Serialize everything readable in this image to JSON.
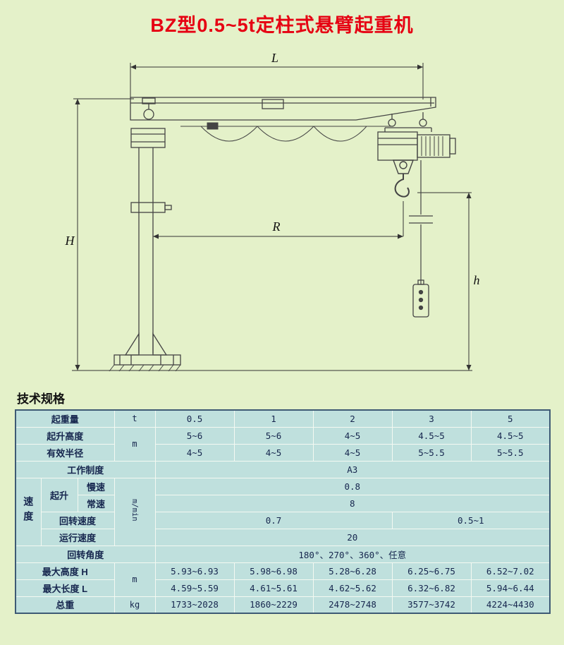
{
  "page": {
    "title": "BZ型0.5~5t定柱式悬臂起重机",
    "section_title": "技术规格"
  },
  "drawing": {
    "labels": {
      "L": "L",
      "H": "H",
      "R": "R",
      "h": "h"
    }
  },
  "table": {
    "rows": {
      "capacity": {
        "label": "起重量",
        "unit": "t",
        "values": [
          "0.5",
          "1",
          "2",
          "3",
          "5"
        ]
      },
      "lift_height": {
        "label": "起升高度",
        "unit": "m",
        "values": [
          "5~6",
          "5~6",
          "4~5",
          "4.5~5",
          "4.5~5"
        ]
      },
      "radius": {
        "label": "有效半径",
        "values": [
          "4~5",
          "4~5",
          "4~5",
          "5~5.5",
          "5~5.5"
        ]
      },
      "duty": {
        "label": "工作制度",
        "value": "A3"
      },
      "speed": {
        "group_label": "速度",
        "unit": "m/min",
        "lifting_label": "起升",
        "slow": {
          "label": "慢速",
          "value": "0.8"
        },
        "normal": {
          "label": "常速",
          "value": "8"
        },
        "slewing": {
          "label": "回转速度",
          "value_a": "0.7",
          "value_b": "0.5~1"
        },
        "travel": {
          "label": "运行速度",
          "value": "20"
        }
      },
      "slew_angle": {
        "label": "回转角度",
        "value": "180°、270°、360°、任意"
      },
      "max_height": {
        "label": "最大高度 H",
        "unit": "m",
        "values": [
          "5.93~6.93",
          "5.98~6.98",
          "5.28~6.28",
          "6.25~6.75",
          "6.52~7.02"
        ]
      },
      "max_length": {
        "label": "最大长度 L",
        "values": [
          "4.59~5.59",
          "4.61~5.61",
          "4.62~5.62",
          "6.32~6.82",
          "5.94~6.44"
        ]
      },
      "total_weight": {
        "label": "总重",
        "unit": "kg",
        "values": [
          "1733~2028",
          "1860~2229",
          "2478~2748",
          "3577~3742",
          "4224~4430"
        ]
      }
    }
  }
}
